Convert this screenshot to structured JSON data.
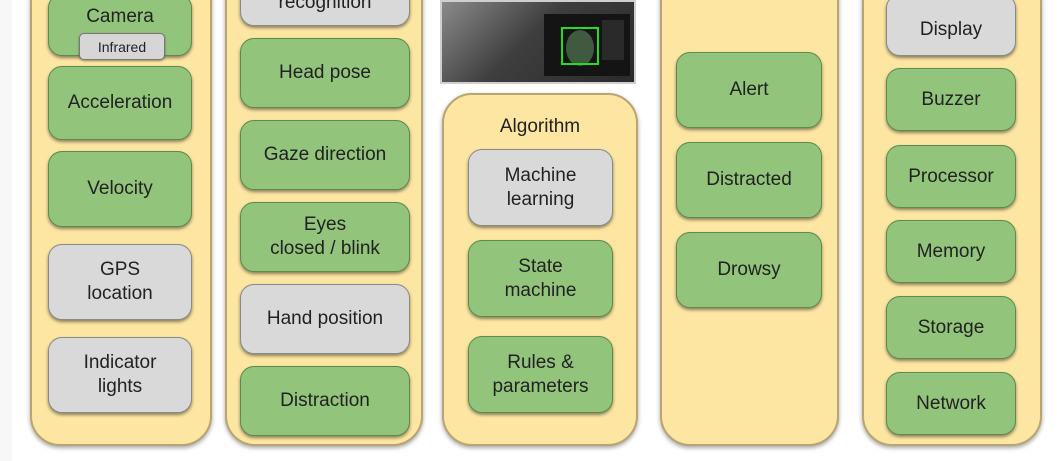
{
  "sensors": {
    "camera": "Camera",
    "infrared": "Infrared",
    "acceleration": "Acceleration",
    "velocity": "Velocity",
    "gps": "GPS\nlocation",
    "indicator": "Indicator\nlights"
  },
  "features": {
    "recognition": "recognition",
    "head_pose": "Head pose",
    "gaze": "Gaze direction",
    "eyes": "Eyes\nclosed / blink",
    "hand": "Hand position",
    "distraction": "Distraction"
  },
  "algorithm": {
    "title": "Algorithm",
    "ml": "Machine\nlearning",
    "state": "State\nmachine",
    "rules": "Rules &\nparameters"
  },
  "outputs": {
    "alert": "Alert",
    "distracted": "Distracted",
    "drowsy": "Drowsy"
  },
  "hardware": {
    "display": "Display",
    "buzzer": "Buzzer",
    "processor": "Processor",
    "memory": "Memory",
    "storage": "Storage",
    "network": "Network"
  },
  "colors": {
    "column_fill": "#fde6a2",
    "green_box": "#92c47c",
    "grey_box": "#d9d9d9"
  }
}
